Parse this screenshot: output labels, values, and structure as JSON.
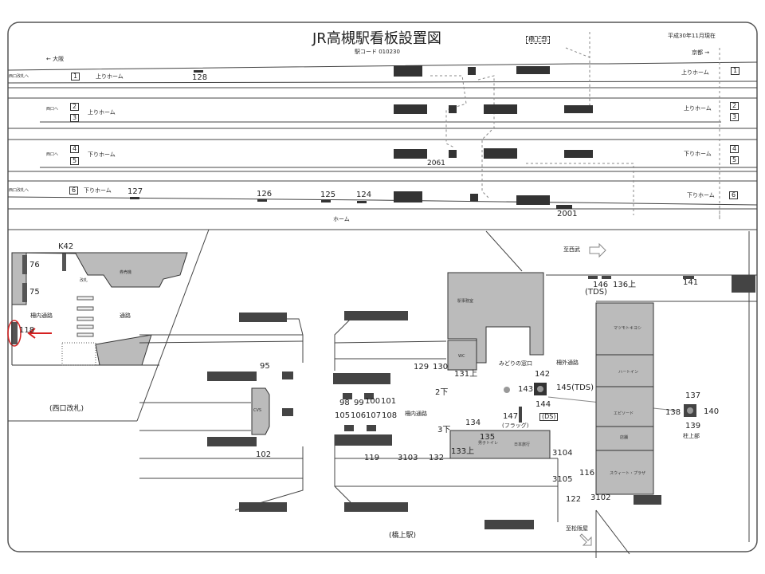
{
  "header": {
    "title": "JR高槻駅看板設置図",
    "station_code": "駅コード 010230",
    "bridge_label": "橋上部",
    "date": "平成30年11月現在",
    "to_osaka": "← 大阪",
    "to_kyoto": "京都 →"
  },
  "platforms": {
    "west_gate_1": "西口改札へ",
    "west_gate_6": "西口改札へ",
    "to_west_2": "西口へ",
    "to_west_4": "西口へ",
    "up_home_1": "上りホーム",
    "up_home_2": "上りホーム",
    "down_home_4": "下りホーム",
    "down_home_6": "下りホーム",
    "up_home_1_r": "上りホーム",
    "up_home_2_r": "上りホーム",
    "down_home_4_r": "下りホーム",
    "down_home_6_r": "下りホーム",
    "track_numbers": [
      "1",
      "2",
      "3",
      "4",
      "5",
      "6"
    ],
    "home_label": "ホーム",
    "signs": {
      "s128": "128",
      "s127": "127",
      "s126": "126",
      "s125": "125",
      "s124": "124",
      "s2061": "2061",
      "s2001": "2001"
    }
  },
  "west_gate": {
    "caption": "(西口改札)",
    "k42": "K42",
    "s76": "76",
    "s75": "75",
    "s118": "118",
    "inner_passage": "柵内通路",
    "passage": "通路",
    "gate": "改札",
    "ticket": "券売機",
    "highlight_color": "#d62020"
  },
  "concourse": {
    "caption": "(橋上駅)",
    "inner_passage": "柵内通路",
    "outer_passage": "柵外通路",
    "cvs": "CVS",
    "office": "駅事務室",
    "wc": "WC",
    "midori": "みどりの窓口",
    "travel": "日本旅行",
    "toilet": "男子トイレ",
    "to_seibu": "至西武",
    "to_matsuzakaya": "至松阪屋",
    "shops": [
      "マツモトキヨシ",
      "ハートイン",
      "エピソード",
      "店舗",
      "スウィート・プラザ"
    ],
    "signs": {
      "s95": "95",
      "s102": "102",
      "s98": "98",
      "s99": "99",
      "s100": "100",
      "s101": "101",
      "s105": "105",
      "s106": "106",
      "s107": "107",
      "s108": "108",
      "s129": "129",
      "s130": "130",
      "s131": "131上",
      "s2down": "2下",
      "s3down": "3下",
      "s134": "134",
      "s135": "135",
      "s133": "133上",
      "s119": "119",
      "s3103": "3103",
      "s132": "132",
      "s147": "147",
      "flag": "(フラッグ)",
      "ds": "(DS)",
      "s142": "142",
      "s143": "143",
      "s144": "144",
      "s145": "145(TDS)",
      "s3104": "3104",
      "s3105": "3105",
      "s146": "146",
      "tds": "(TDS)",
      "s136": "136上",
      "s141": "141",
      "s137": "137",
      "s138": "138",
      "s139": "139",
      "s140": "140",
      "pillar": "柱上部",
      "s116": "116",
      "s3102": "3102",
      "s122": "122"
    }
  }
}
